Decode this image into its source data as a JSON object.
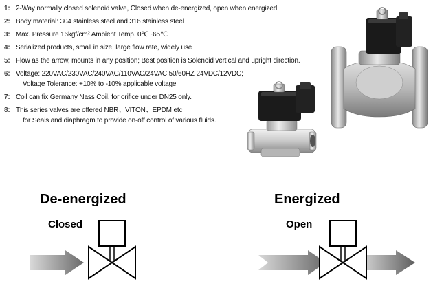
{
  "specs": [
    {
      "num": "1:",
      "text": "2-Way normally closed solenoid valve, Closed when de-energized, open when energized."
    },
    {
      "num": "2:",
      "text": "Body material: 304 stainless steel and 316 stainless steel"
    },
    {
      "num": "3:",
      "text": "Max. Pressure  16kgf/cm²        Ambient Temp.  0℃~65℃"
    },
    {
      "num": "4:",
      "text": "Serialized products, small in size, large flow rate, widely use"
    },
    {
      "num": "5:",
      "text": "Flow as the arrow, mounts in any position; Best position is Solenoid vertical and upright direction."
    },
    {
      "num": "6:",
      "text": "Voltage: 220VAC/230VAC/240VAC/110VAC/24VAC   50/60HZ   24VDC/12VDC;",
      "continuation": "Voltage Tolerance: +10% to -10% applicable voltage"
    },
    {
      "num": "7:",
      "text": "Coil can fix Germany Nass Coil, for orifice under DN25 only."
    },
    {
      "num": "8:",
      "text": "This series valves are offered NBR、VITON、EPDM etc",
      "continuation": "for Seals and diaphragm to provide on-off control of various fluids."
    }
  ],
  "diagram": {
    "left_title": "De-energized",
    "left_state": "Closed",
    "right_title": "Energized",
    "right_state": "Open"
  },
  "colors": {
    "arrow_gradient_start": "#d8d8d8",
    "arrow_gradient_end": "#6a6a6a",
    "steel_light": "#e9e9e9",
    "steel_dark": "#8c8c8c",
    "coil": "#1a1a1a"
  }
}
